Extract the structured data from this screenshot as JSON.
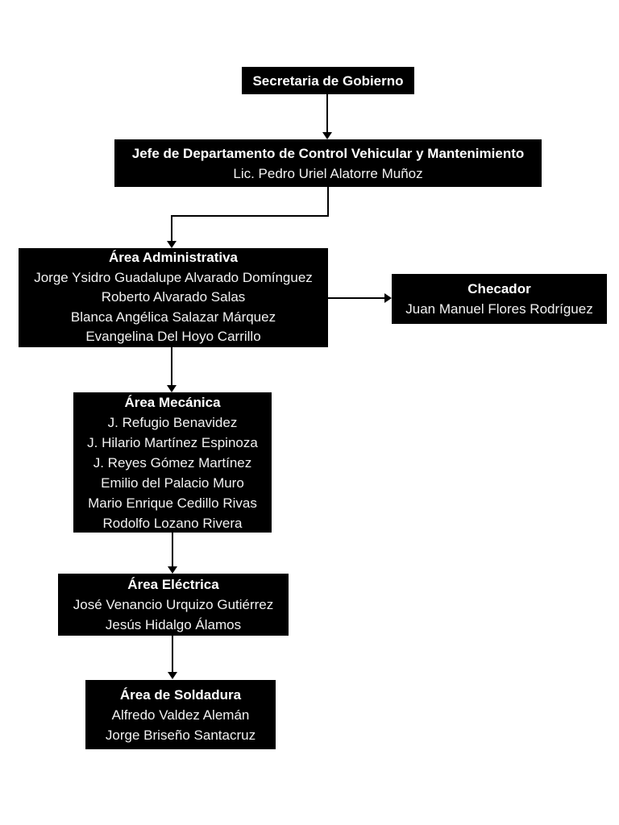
{
  "colors": {
    "background": "#ffffff",
    "box_background": "#000000",
    "box_title_text": "#ffffff",
    "box_member_text": "#f2f2f2",
    "connector": "#000000"
  },
  "nodes": {
    "secretaria": {
      "title": "Secretaria de Gobierno"
    },
    "jefe": {
      "title": "Jefe de Departamento de Control Vehicular y Mantenimiento",
      "person": "Lic. Pedro Uriel Alatorre Muñoz"
    },
    "admin": {
      "title": "Área Administrativa",
      "members": [
        "Jorge Ysidro Guadalupe Alvarado Domínguez",
        "Roberto Alvarado Salas",
        "Blanca Angélica Salazar Márquez",
        "Evangelina Del Hoyo Carrillo"
      ]
    },
    "checador": {
      "title": "Checador",
      "person": "Juan Manuel Flores Rodríguez"
    },
    "mecanica": {
      "title": "Área Mecánica",
      "members": [
        "J. Refugio Benavidez",
        "J. Hilario Martínez Espinoza",
        "J. Reyes Gómez Martínez",
        "Emilio del Palacio Muro",
        "Mario Enrique Cedillo Rivas",
        "Rodolfo Lozano Rivera"
      ]
    },
    "electrica": {
      "title": "Área Eléctrica",
      "members": [
        "José Venancio Urquizo Gutiérrez",
        "Jesús Hidalgo Álamos"
      ]
    },
    "soldadura": {
      "title": "Área de Soldadura",
      "members": [
        "Alfredo Valdez Alemán",
        "Jorge Briseño Santacruz"
      ]
    }
  },
  "edges": [
    {
      "from": "secretaria",
      "to": "jefe",
      "type": "arrow-down"
    },
    {
      "from": "jefe",
      "to": "admin",
      "type": "elbow-arrow-down"
    },
    {
      "from": "admin",
      "to": "checador",
      "type": "arrow-right"
    },
    {
      "from": "admin",
      "to": "mecanica",
      "type": "arrow-down"
    },
    {
      "from": "mecanica",
      "to": "electrica",
      "type": "arrow-down"
    },
    {
      "from": "electrica",
      "to": "soldadura",
      "type": "arrow-down"
    }
  ]
}
